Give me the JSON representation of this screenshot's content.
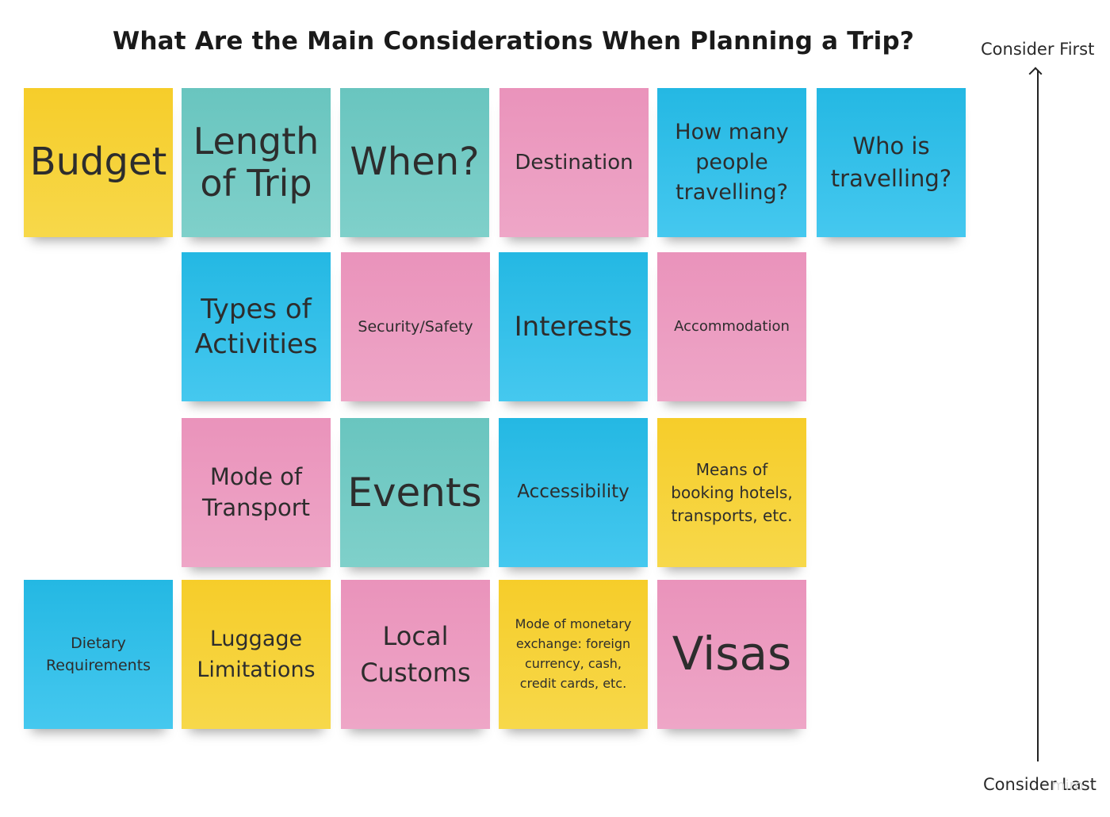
{
  "title": "What Are the Main Considerations When Planning a Trip?",
  "axis": {
    "top_label": "Consider First",
    "bottom_label": "Consider Last"
  },
  "watermark": "miro",
  "colors": {
    "yellow": "#f6cd2a",
    "teal": "#69c5bf",
    "pink": "#ea93bb",
    "blue": "#24b8e3"
  },
  "rows": [
    {
      "notes": [
        {
          "color": "yellow",
          "text": "Budget"
        },
        {
          "color": "teal",
          "text": "Length of Trip"
        },
        {
          "color": "teal",
          "text": "When?"
        },
        {
          "color": "pink",
          "text": "Destination"
        },
        {
          "color": "blue",
          "text": "How many people travelling?"
        },
        {
          "color": "blue",
          "text": "Who is travelling?"
        }
      ]
    },
    {
      "notes": [
        {
          "color": "blue",
          "text": "Types of Activities"
        },
        {
          "color": "pink",
          "text": "Security/Safety"
        },
        {
          "color": "blue",
          "text": "Interests"
        },
        {
          "color": "pink",
          "text": "Accommodation"
        }
      ]
    },
    {
      "notes": [
        {
          "color": "pink",
          "text": "Mode of Transport"
        },
        {
          "color": "teal",
          "text": "Events"
        },
        {
          "color": "blue",
          "text": "Accessibility"
        },
        {
          "color": "yellow",
          "text": "Means of booking hotels, transports, etc."
        }
      ]
    },
    {
      "notes": [
        {
          "color": "blue",
          "text": "Dietary Requirements"
        },
        {
          "color": "yellow",
          "text": "Luggage Limitations"
        },
        {
          "color": "pink",
          "text": "Local Customs"
        },
        {
          "color": "yellow",
          "text": "Mode of monetary exchange: foreign currency, cash, credit cards, etc."
        },
        {
          "color": "pink",
          "text": "Visas"
        }
      ]
    }
  ]
}
